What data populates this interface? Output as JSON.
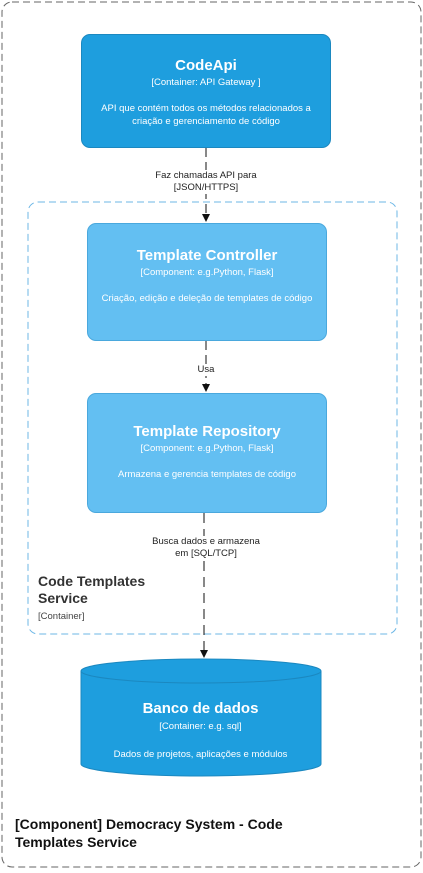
{
  "codeapi": {
    "title": "CodeApi",
    "subtitle": "[Container: API Gateway ]",
    "description": "API que contém todos os métodos relacionados a criação e gerenciamento de código"
  },
  "controller": {
    "title": "Template Controller",
    "subtitle": "[Component: e.g.Python, Flask]",
    "description": "Criação, edição e deleção de templates de código"
  },
  "repository": {
    "title": "Template Repository",
    "subtitle": "[Component: e.g.Python, Flask]",
    "description": "Armazena e gerencia templates de código"
  },
  "database": {
    "title": "Banco de dados",
    "subtitle": "[Container: e.g. sql]",
    "description": "Dados de projetos, aplicações e módulos"
  },
  "edges": {
    "api_to_controller": "Faz chamadas API para [JSON/HTTPS]",
    "controller_to_repository": "Usa",
    "repository_to_db": "Busca dados e armazena em [SQL/TCP]"
  },
  "service_boundary": {
    "title": "Code Templates Service",
    "tag": "[Container]"
  },
  "system_boundary": {
    "title": "[Component] Democracy System - Code Templates Service"
  },
  "colors": {
    "container_fill": "#1e9ede",
    "component_fill": "#63bff2",
    "boundary_stroke": "#6db7e6",
    "outer_stroke": "#666666"
  }
}
